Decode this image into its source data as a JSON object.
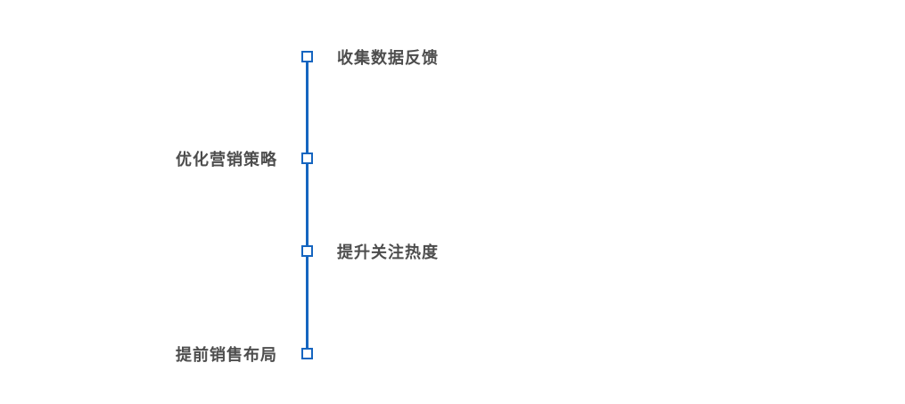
{
  "diagram": {
    "type": "vertical-timeline",
    "line_color": "#1565c0",
    "node_fill": "#ffffff",
    "label_color": "#4d4d4d",
    "items": [
      {
        "label": "收集数据反馈",
        "side": "right"
      },
      {
        "label": "优化营销策略",
        "side": "left"
      },
      {
        "label": "提升关注热度",
        "side": "right"
      },
      {
        "label": "提前销售布局",
        "side": "left"
      }
    ]
  }
}
